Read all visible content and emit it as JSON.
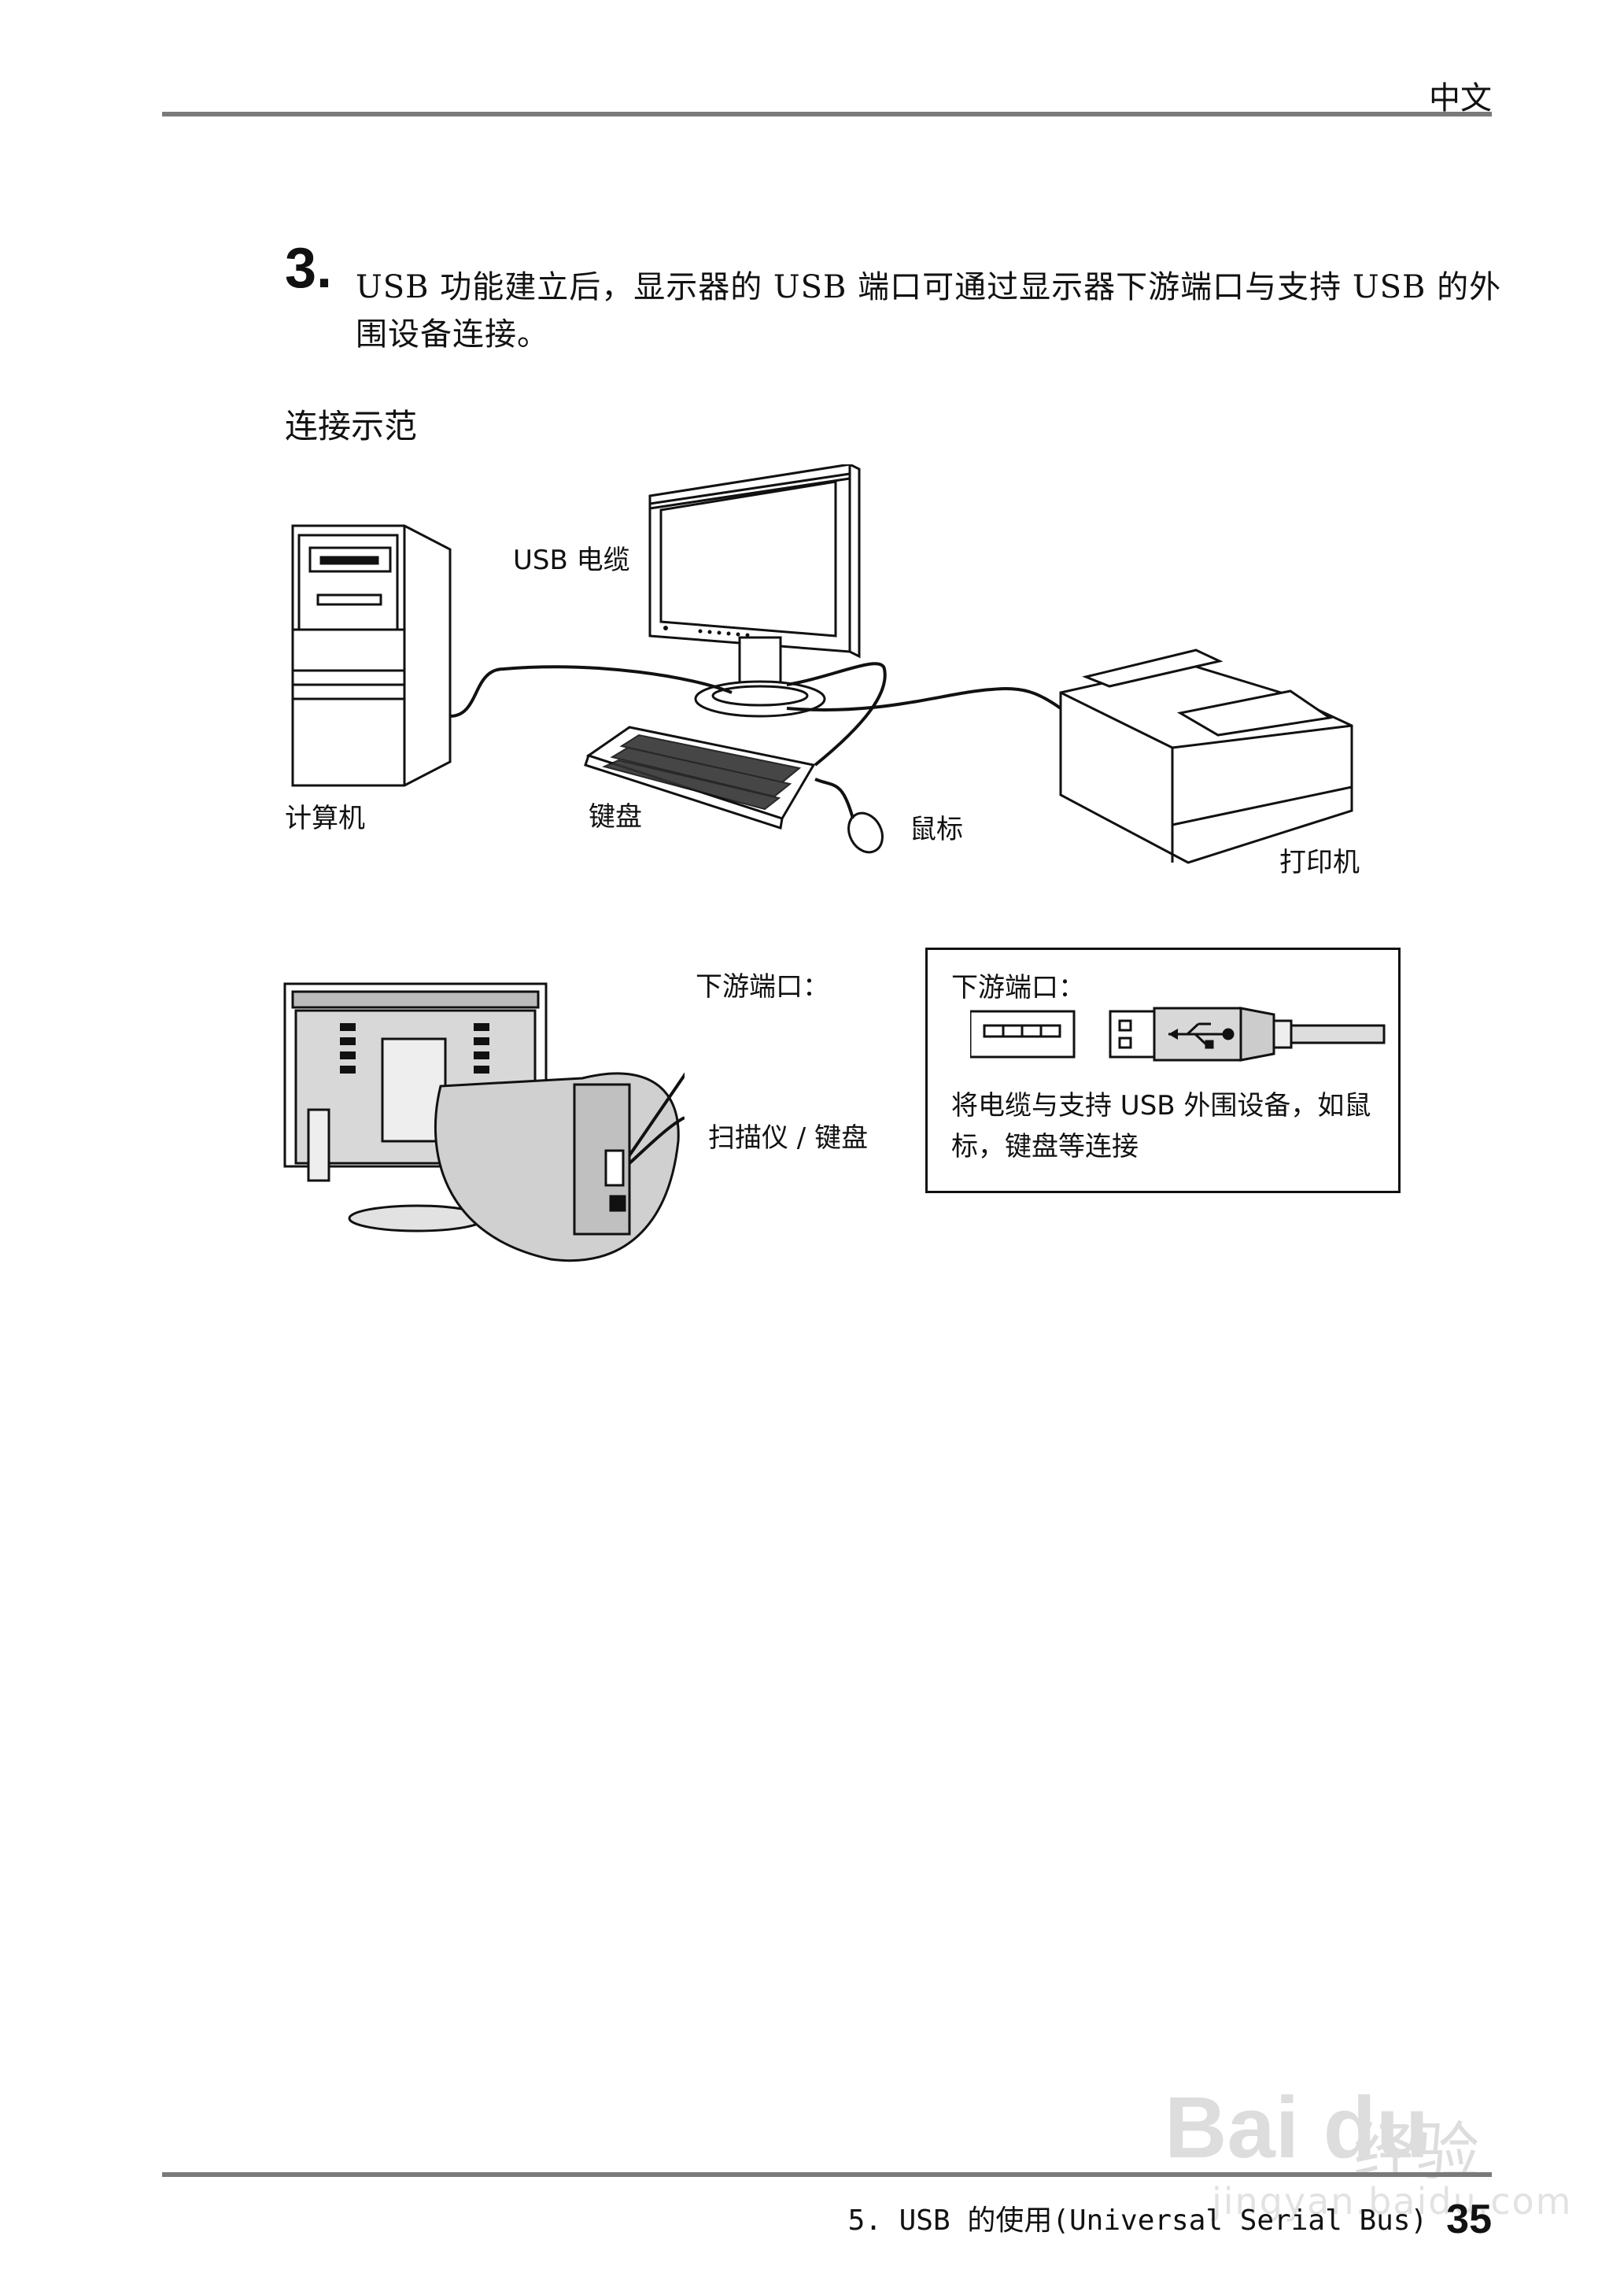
{
  "header": {
    "language": "中文"
  },
  "step": {
    "number": "3.",
    "line1": "USB 功能建立后，显示器的 USB 端口可通过显示器下游端口与支持 USB 的外",
    "line2": "围设备连接。"
  },
  "section_title": "连接示范",
  "diagram1": {
    "usb_cable_label": "USB 电缆",
    "computer_label": "计算机",
    "keyboard_label": "键盘",
    "mouse_label": "鼠标",
    "printer_label": "打印机"
  },
  "diagram2": {
    "downstream_label": "下游端口：",
    "device_label": "扫描仪 / 键盘"
  },
  "downstream_box": {
    "title": "下游端口：",
    "desc_line1": "将电缆与支持 USB 外围设备，如鼠",
    "desc_line2": "标，键盘等连接"
  },
  "footer": {
    "chapter": "5. USB 的使用(Universal Serial Bus)",
    "page_number": "35"
  },
  "watermark": {
    "brand": "Bai du",
    "cn": "经验",
    "url": "jingyan.baidu.com"
  }
}
